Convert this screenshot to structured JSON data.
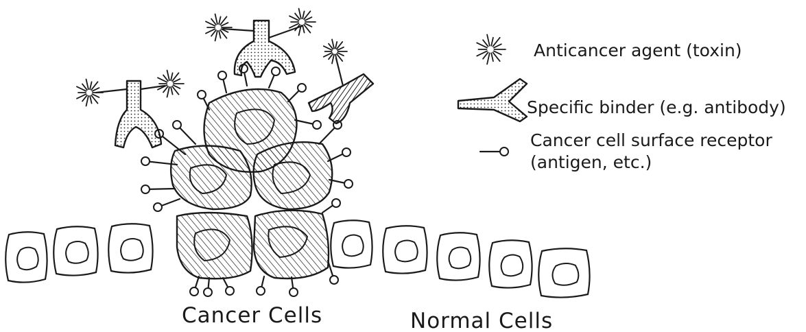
{
  "legend": {
    "toxin_label": "Anticancer agent (toxin)",
    "binder_label": "Specific binder (e.g. antibody)",
    "receptor_label_line1": "Cancer cell surface receptor",
    "receptor_label_line2": "(antigen, etc.)"
  },
  "captions": {
    "cancer_cells": "Cancer Cells",
    "normal_cells": "Normal Cells"
  },
  "colors": {
    "ink": "#1a1a1a",
    "background": "#ffffff"
  }
}
